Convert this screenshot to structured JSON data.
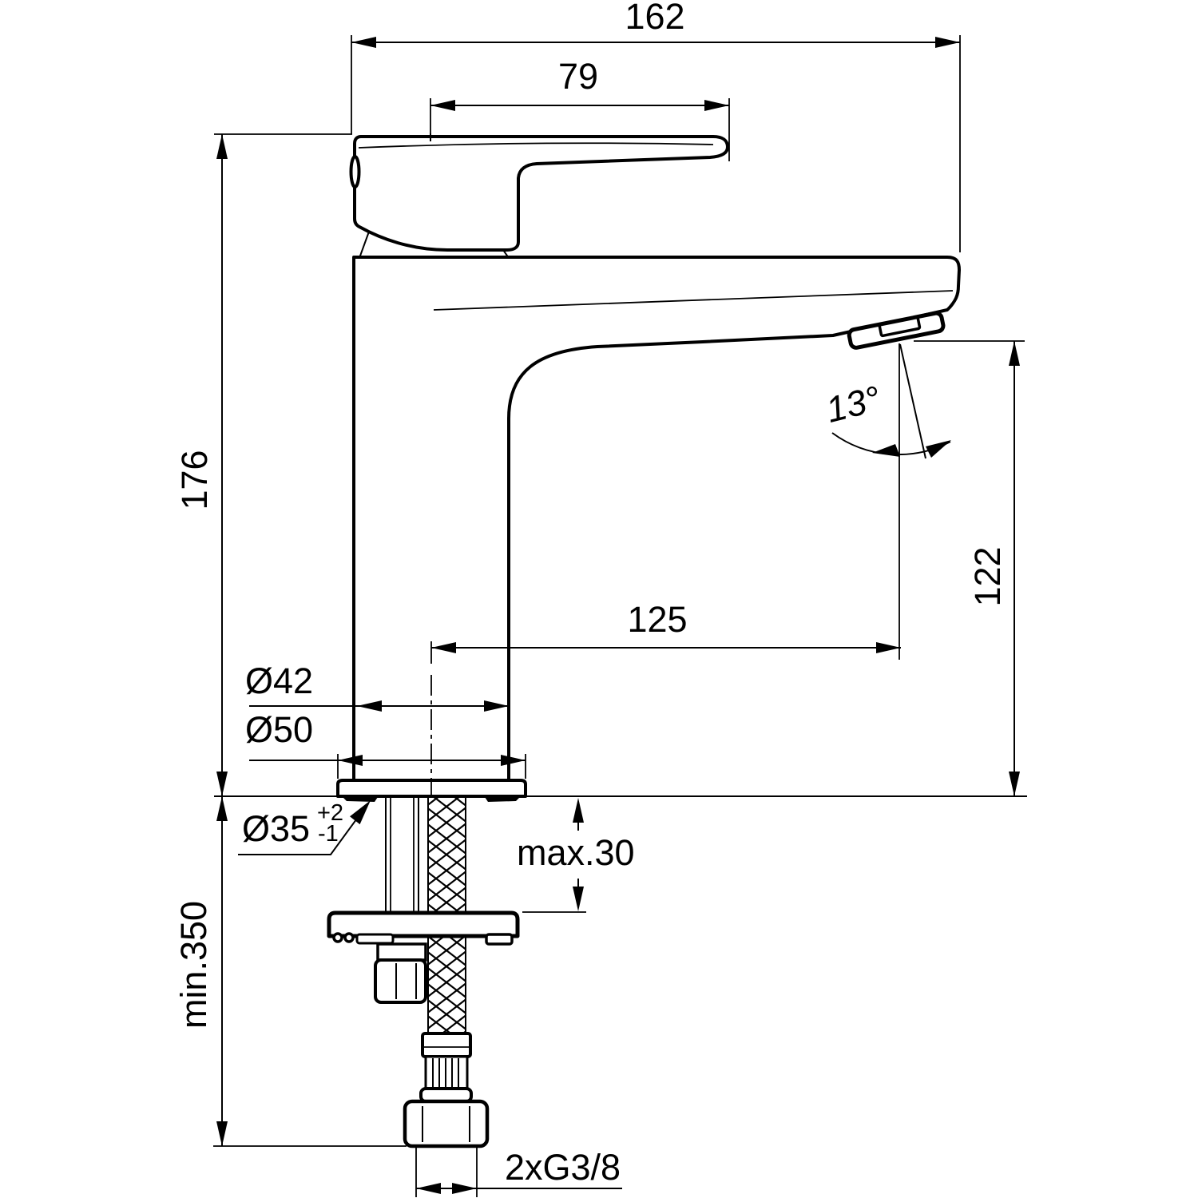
{
  "drawing_title": "single-lever basin mixer dimensional drawing",
  "colors": {
    "line": "#000000",
    "background": "#ffffff"
  },
  "annotations": {
    "width_overall": "162",
    "handle_length": "79",
    "body_height": "176",
    "spout_height": "122",
    "spout_reach": "125",
    "body_dia": "Ø42",
    "base_dia": "Ø50",
    "hole_dia": "Ø35",
    "hole_tol_plus": "+2",
    "hole_tol_minus": "-1",
    "counter_max": "max.30",
    "hose_min": "min.350",
    "connections": "2xG3/8",
    "jet_angle": "13°"
  }
}
